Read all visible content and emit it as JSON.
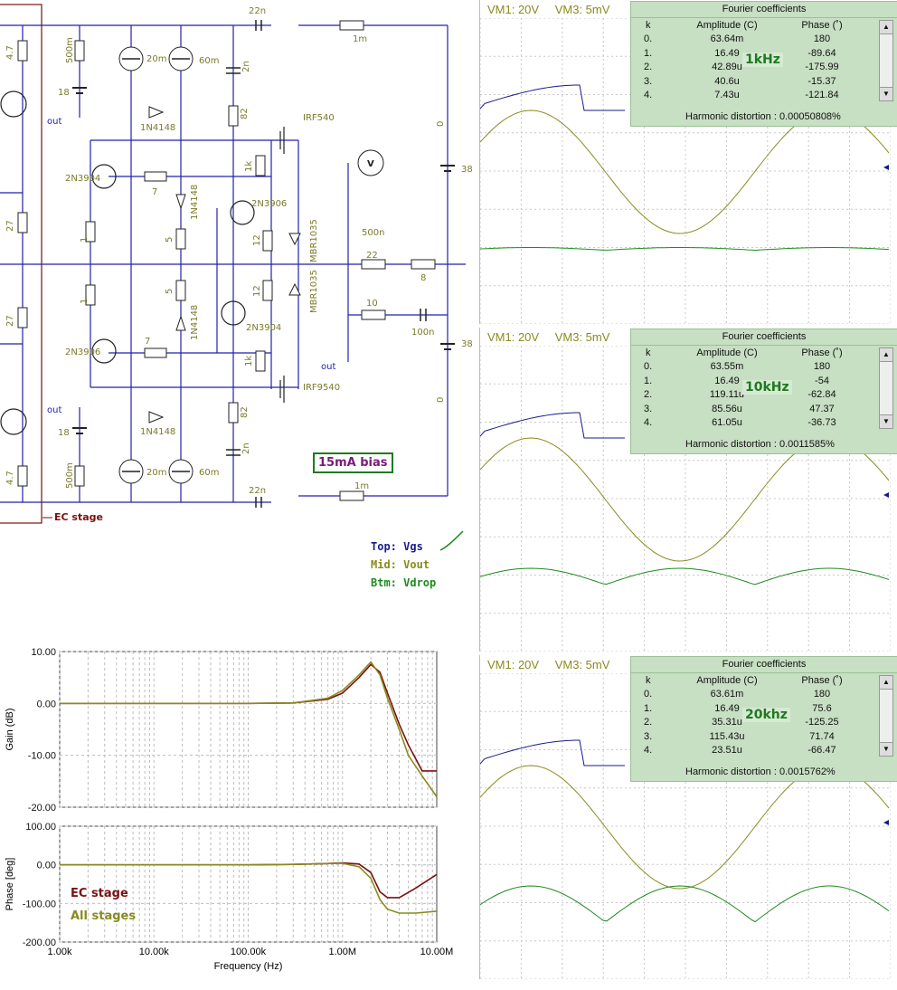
{
  "schematic": {
    "components": {
      "cap_top": "22n",
      "cap_bot": "22n",
      "res_fb_top": "1m",
      "res_fb_bot": "1m",
      "res_500m_top": "500m",
      "res_500m_bot": "500m",
      "bat_top": "18",
      "bat_bot": "18",
      "cs_top_a": "20m",
      "cs_top_b": "60m",
      "cs_bot_a": "20m",
      "cs_bot_b": "60m",
      "cap_2n_top": "2n",
      "cap_2n_bot": "2n",
      "res_82_top": "82",
      "res_82_bot": "82",
      "diode_top": "1N4148",
      "diode_bot": "1N4148",
      "diode_mid_top": "1N4148",
      "diode_mid_bot": "1N4148",
      "mos_top": "IRF540",
      "mos_bot": "IRF9540",
      "q_npn_left": "2N3904",
      "q_pnp_left": "2N3906",
      "q_pnp_right": "2N3906",
      "q_npn_right": "2N3904",
      "res_7_top": "7",
      "res_7_bot": "7",
      "res_1_top": "1",
      "res_1_bot": "1",
      "res_5_top": "5",
      "res_5_bot": "5",
      "res_1k_top": "1k",
      "res_1k_bot": "1k",
      "res_12_top": "12",
      "res_12_bot": "12",
      "schottky_top": "MBR1035",
      "schottky_bot": "MBR1035",
      "ind_500n": "500n",
      "res_22": "22",
      "res_8": "8",
      "res_10": "10",
      "cap_100n": "100n",
      "ind_top": "0",
      "ind_bot": "0",
      "supply_top": "38",
      "supply_bot": "38",
      "res_47_top": "4.7",
      "res_27_top": "27",
      "res_27_bot": "27",
      "res_47_bot": "4.7",
      "out_top": "out",
      "out_bot": "out",
      "out_mid": "out",
      "meter": "V"
    },
    "ec_stage_label": "EC stage",
    "bias_label": "15mA bias"
  },
  "legend": {
    "top": "Top: Vgs",
    "mid": "Mid: Vout",
    "btm": "Btm: Vdrop"
  },
  "scopes": [
    {
      "vm1": "VM1: 20V",
      "vm3": "VM3: 5mV",
      "badge": "1kHz",
      "fourier_title": "Fourier coefficients",
      "headers": [
        "k",
        "Amplitude (C)",
        "Phase (˚)"
      ],
      "rows": [
        [
          "0.",
          "63.64m",
          "180"
        ],
        [
          "1.",
          "16.49",
          "-89.64"
        ],
        [
          "2.",
          "42.89u",
          "-175.99"
        ],
        [
          "3.",
          "40.6u",
          "-15.37"
        ],
        [
          "4.",
          "7.43u",
          "-121.84"
        ]
      ],
      "distortion_label": "Harmonic distortion :",
      "distortion_value": "0.00050808%"
    },
    {
      "vm1": "VM1: 20V",
      "vm3": "VM3: 5mV",
      "badge": "10kHz",
      "fourier_title": "Fourier coefficients",
      "headers": [
        "k",
        "Amplitude (C)",
        "Phase (˚)"
      ],
      "rows": [
        [
          "0.",
          "63.55m",
          "180"
        ],
        [
          "1.",
          "16.49",
          "-54"
        ],
        [
          "2.",
          "119.11u",
          "-62.84"
        ],
        [
          "3.",
          "85.56u",
          "47.37"
        ],
        [
          "4.",
          "61.05u",
          "-36.73"
        ]
      ],
      "distortion_label": "Harmonic distortion :",
      "distortion_value": "0.0011585%"
    },
    {
      "vm1": "VM1: 20V",
      "vm3": "VM3: 5mV",
      "badge": "20khz",
      "fourier_title": "Fourier coefficients",
      "headers": [
        "k",
        "Amplitude (C)",
        "Phase (˚)"
      ],
      "rows": [
        [
          "0.",
          "63.61m",
          "180"
        ],
        [
          "1.",
          "16.49",
          "75.6"
        ],
        [
          "2.",
          "35.31u",
          "-125.25"
        ],
        [
          "3.",
          "115.43u",
          "71.74"
        ],
        [
          "4.",
          "23.51u",
          "-66.47"
        ]
      ],
      "distortion_label": "Harmonic distortion :",
      "distortion_value": "0.0015762%"
    }
  ],
  "colors": {
    "vgs": "#1a1a8c",
    "vout": "#8a8a1f",
    "vdrop": "#1f8a1f",
    "ec": "#7a1010",
    "all": "#8a8a1f",
    "wire": "#2222aa"
  },
  "chart_data": [
    {
      "type": "line",
      "xlabel": "",
      "ylabel": "Gain (dB)",
      "xscale": "log",
      "xlim": [
        1000,
        10000000
      ],
      "ylim": [
        -20,
        10
      ],
      "yticks": [
        "10.00",
        "0.00",
        "-10.00",
        "-20.00"
      ],
      "grid": true,
      "series": [
        {
          "name": "EC stage",
          "x": [
            1000,
            10000,
            100000,
            300000,
            700000,
            1000000,
            1500000,
            2000000,
            2500000,
            3000000,
            4000000,
            5000000,
            7000000,
            10000000
          ],
          "values": [
            0,
            0,
            0,
            0.1,
            0.8,
            2,
            5,
            7.5,
            6,
            2,
            -4,
            -8,
            -13,
            -13
          ]
        },
        {
          "name": "All stages",
          "x": [
            1000,
            10000,
            100000,
            300000,
            700000,
            1000000,
            1500000,
            2000000,
            2500000,
            3000000,
            4000000,
            5000000,
            7000000,
            10000000
          ],
          "values": [
            0,
            0,
            0,
            0.1,
            1.0,
            2.5,
            5.5,
            8,
            5.5,
            1,
            -5,
            -10,
            -14,
            -18
          ]
        }
      ]
    },
    {
      "type": "line",
      "xlabel": "Frequency (Hz)",
      "ylabel": "Phase [deg]",
      "xscale": "log",
      "xlim": [
        1000,
        10000000
      ],
      "ylim": [
        -200,
        100
      ],
      "yticks": [
        "100.00",
        "0.00",
        "-100.00",
        "-200.00"
      ],
      "xticks": [
        "1.00k",
        "10.00k",
        "100.00k",
        "1.00M",
        "10.00M"
      ],
      "grid": true,
      "legend_position": "bottom-left",
      "series": [
        {
          "name": "EC stage",
          "x": [
            1000,
            10000,
            100000,
            300000,
            600000,
            1000000,
            1500000,
            2000000,
            2500000,
            3000000,
            4000000,
            6000000,
            10000000
          ],
          "values": [
            0,
            0,
            0,
            1,
            3,
            5,
            2,
            -20,
            -70,
            -85,
            -85,
            -60,
            -25
          ]
        },
        {
          "name": "All stages",
          "x": [
            1000,
            10000,
            100000,
            300000,
            600000,
            1000000,
            1500000,
            2000000,
            2500000,
            3000000,
            4000000,
            6000000,
            10000000
          ],
          "values": [
            0,
            0,
            0,
            1,
            3,
            4,
            -5,
            -35,
            -90,
            -115,
            -125,
            -125,
            -120
          ]
        }
      ]
    }
  ]
}
